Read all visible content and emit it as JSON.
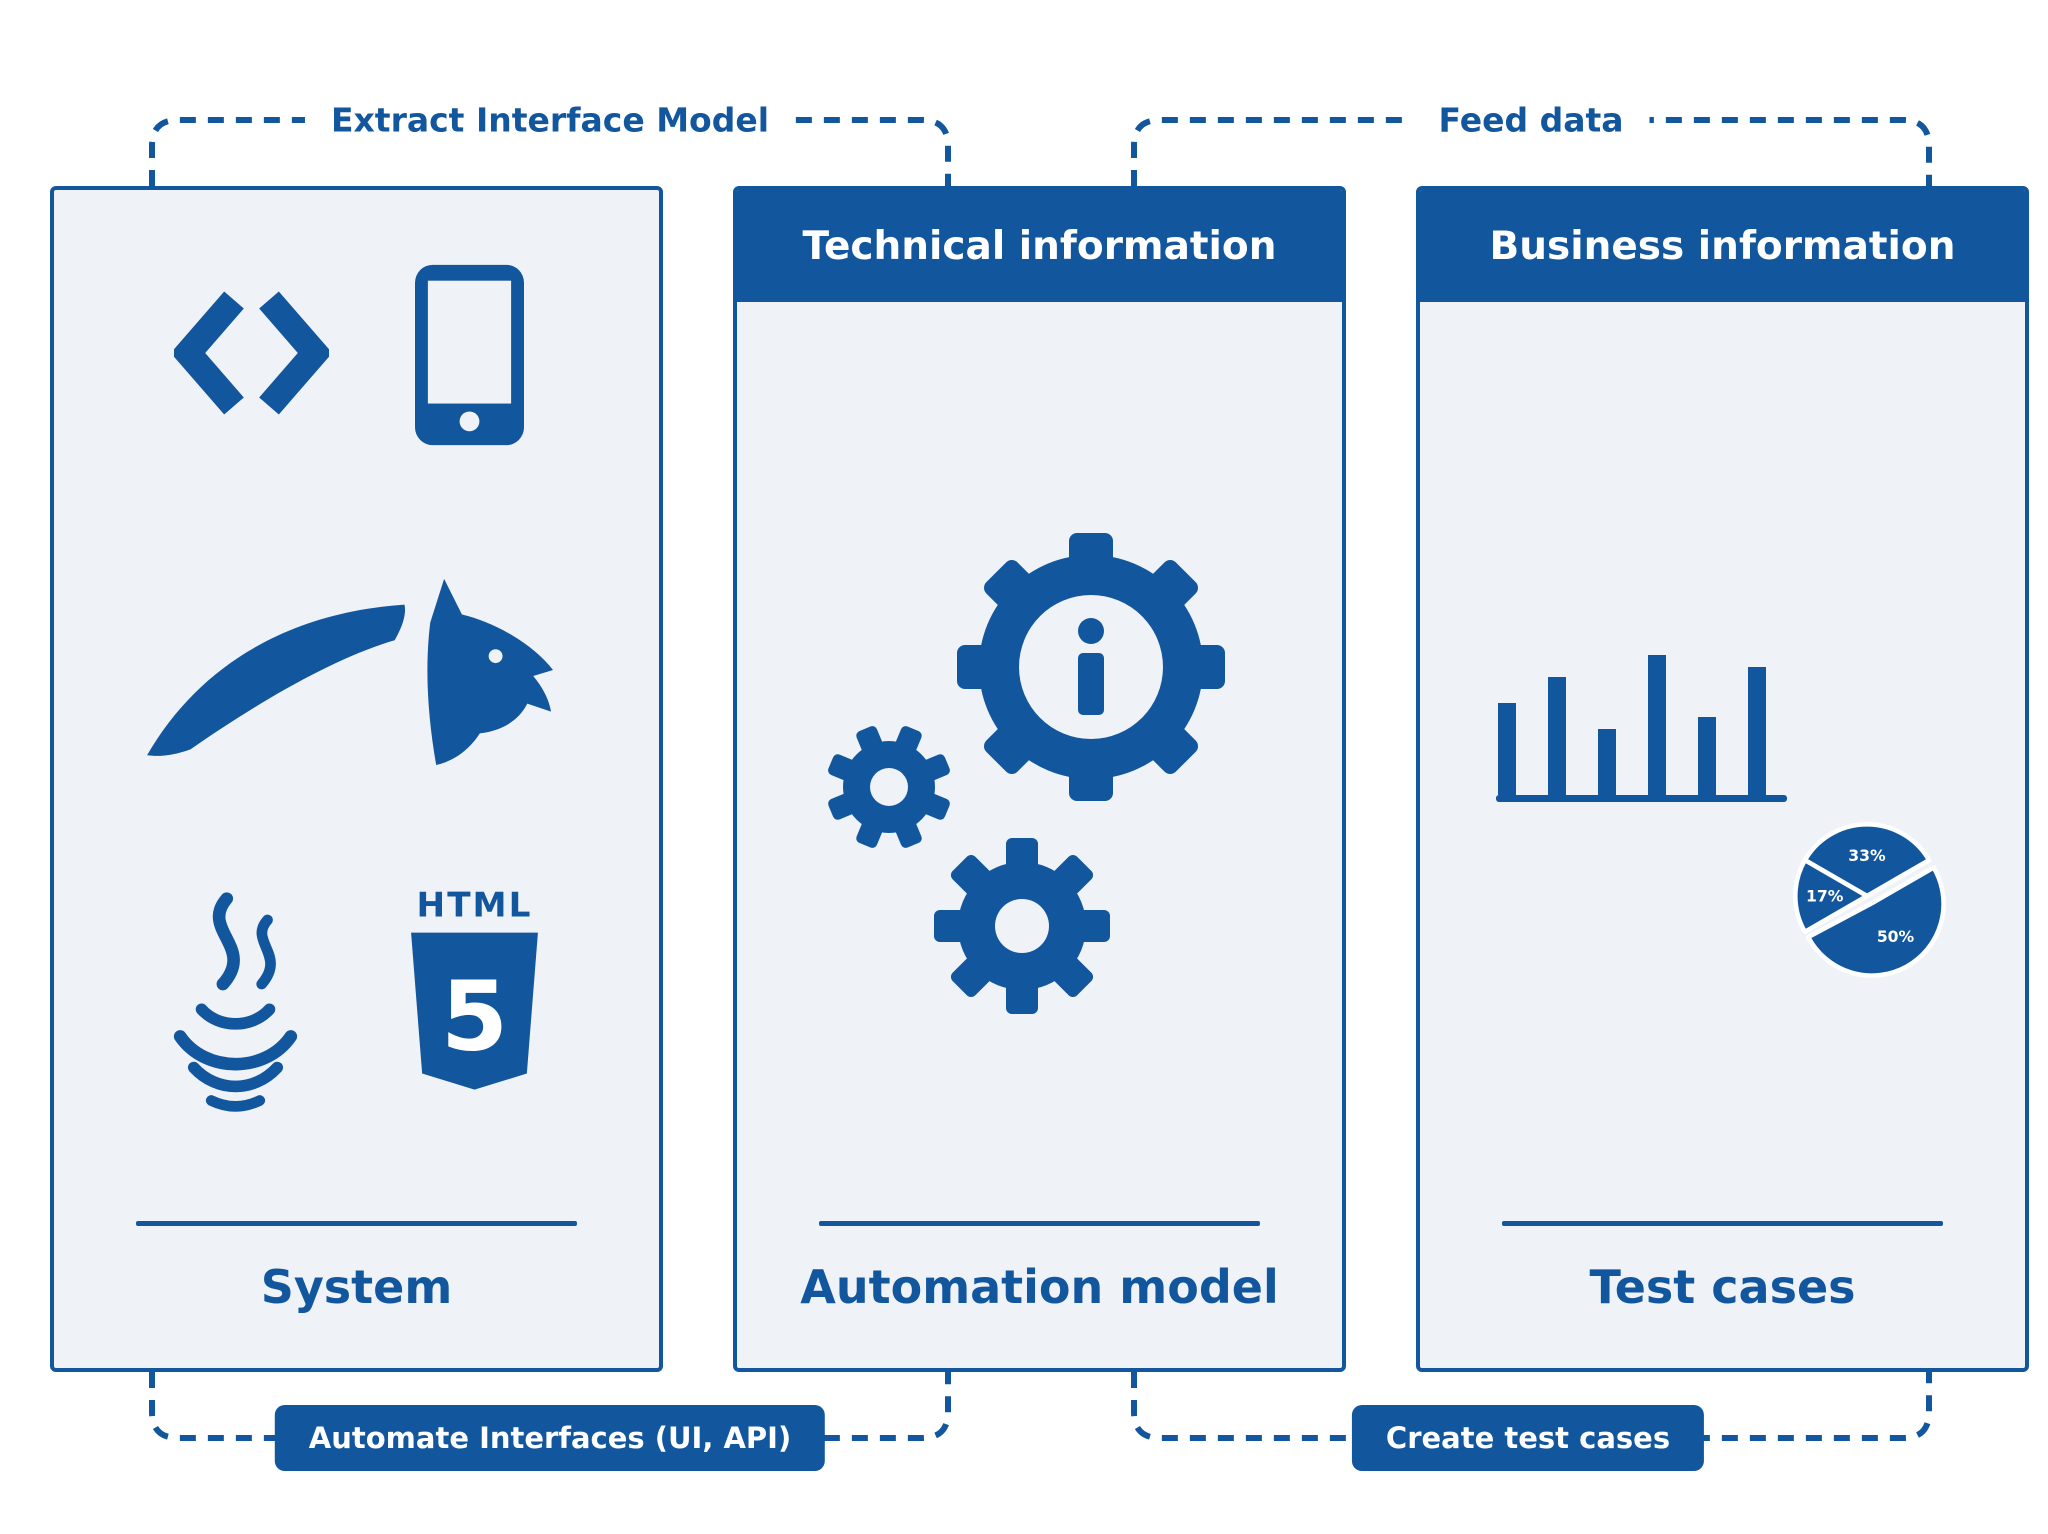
{
  "colors": {
    "primary": "#12569E",
    "panel_bg": "#EFF2F6",
    "text_on_primary": "#FFFFFF",
    "page_bg": "#FFFFFF"
  },
  "connectors": {
    "top_left_label": "Extract Interface Model",
    "top_right_label": "Feed data",
    "bottom_left_label": "Automate Interfaces (UI, API)",
    "bottom_right_label": "Create test cases"
  },
  "panels": [
    {
      "id": "system",
      "header": null,
      "footer_label": "System",
      "icons": [
        "code-icon",
        "smartphone-icon",
        "horse-icon",
        "java-icon",
        "html5-icon"
      ]
    },
    {
      "id": "automation-model",
      "header": "Technical information",
      "footer_label": "Automation model",
      "icons": [
        "info-gear-icon",
        "small-gear-icon",
        "solid-gear-icon"
      ]
    },
    {
      "id": "test-cases",
      "header": "Business information",
      "footer_label": "Test cases",
      "icons": [
        "bar-chart-icon",
        "pie-chart-icon"
      ]
    }
  ],
  "icons": {
    "html5": {
      "wordmark": "HTML",
      "numeral": "5"
    }
  },
  "chart_data": [
    {
      "type": "bar",
      "values": [
        92,
        118,
        66,
        140,
        78,
        128
      ],
      "note": "decorative icon bars, relative pixel heights",
      "title": "",
      "xlabel": "",
      "ylabel": ""
    },
    {
      "type": "pie",
      "slices": [
        {
          "label": "33%",
          "value": 33
        },
        {
          "label": "17%",
          "value": 17
        },
        {
          "label": "50%",
          "value": 50
        }
      ],
      "title": ""
    }
  ]
}
